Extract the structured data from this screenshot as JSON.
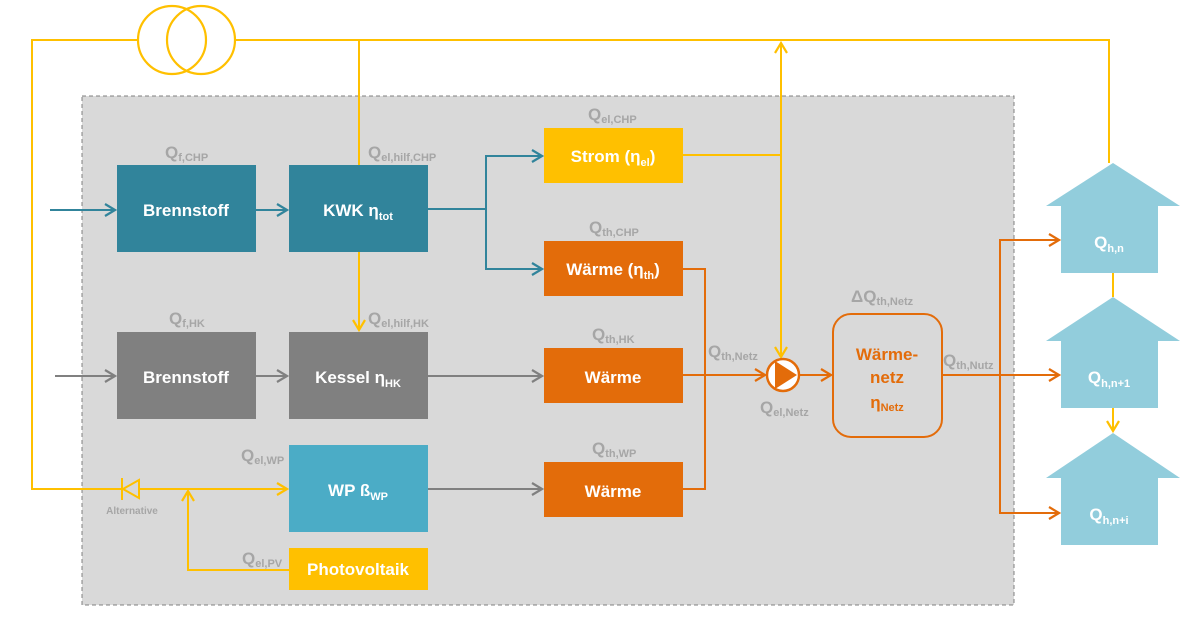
{
  "colors": {
    "yellow": "#FFC000",
    "teal": "#31849B",
    "gray": "#808080",
    "light_blue": "#4BACC6",
    "orange": "#E36C0A",
    "house": "#92CDDC",
    "label_gray": "#A6A6A6",
    "boundary_fill": "#D9D9D9"
  },
  "boxes": {
    "brennstoff_chp": {
      "label": "Brennstoff"
    },
    "kwk": {
      "label": "KWK η",
      "sub": "tot"
    },
    "strom": {
      "label_pre": "Strom (η",
      "sub": "el",
      "label_post": ")"
    },
    "waerme_chp": {
      "label_pre": "Wärme (η",
      "sub": "th",
      "label_post": ")"
    },
    "brennstoff_hk": {
      "label": "Brennstoff"
    },
    "kessel": {
      "label": "Kessel η",
      "sub": "HK"
    },
    "waerme_hk": {
      "label": "Wärme"
    },
    "wp": {
      "label": "WP ß",
      "sub": "WP"
    },
    "waerme_wp": {
      "label": "Wärme"
    },
    "photovoltaik": {
      "label": "Photovoltaik"
    },
    "waermenetz": {
      "line1": "Wärme-",
      "line2": "netz",
      "eta": "η",
      "eta_sub": "Netz"
    }
  },
  "flow_labels": {
    "q_f_chp": {
      "main": "Q",
      "sub": "f,CHP"
    },
    "q_el_hilf_chp": {
      "main": "Q",
      "sub": "el,hilf,CHP"
    },
    "q_el_chp": {
      "main": "Q",
      "sub": "el,CHP"
    },
    "q_th_chp": {
      "main": "Q",
      "sub": "th,CHP"
    },
    "q_f_hk": {
      "main": "Q",
      "sub": "f,HK"
    },
    "q_el_hilf_hk": {
      "main": "Q",
      "sub": "el,hilf,HK"
    },
    "q_th_hk": {
      "main": "Q",
      "sub": "th,HK"
    },
    "q_el_wp": {
      "main": "Q",
      "sub": "el,WP"
    },
    "q_th_wp": {
      "main": "Q",
      "sub": "th,WP"
    },
    "q_el_pv": {
      "main": "Q",
      "sub": "el,PV"
    },
    "q_th_netz": {
      "main": "Q",
      "sub": "th,Netz"
    },
    "q_el_netz": {
      "main": "Q",
      "sub": "el,Netz"
    },
    "dq_th_netz": {
      "main": "ΔQ",
      "sub": "th,Netz"
    },
    "q_th_nutz": {
      "main": "Q",
      "sub": "th,Nutz"
    }
  },
  "houses": [
    {
      "main": "Q",
      "sub": "h,n"
    },
    {
      "main": "Q",
      "sub": "h,n+1"
    },
    {
      "main": "Q",
      "sub": "h,n+i"
    }
  ],
  "annotations": {
    "alternative": "Alternative"
  }
}
